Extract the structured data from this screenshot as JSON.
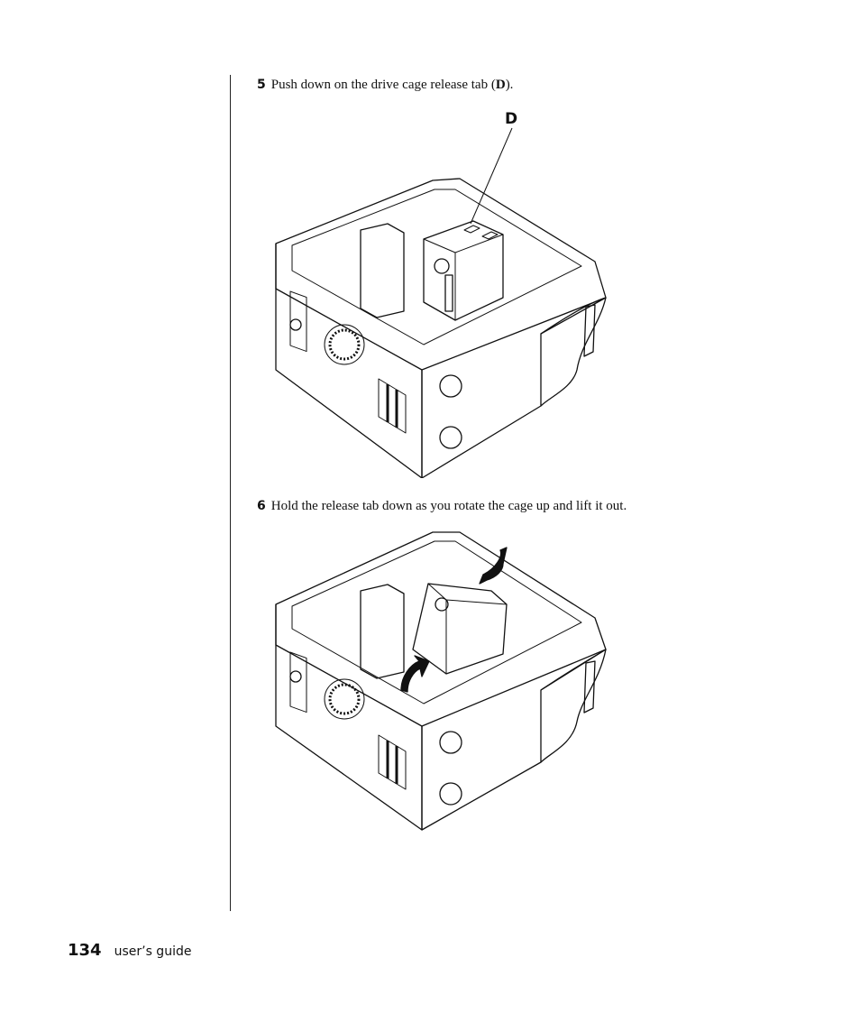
{
  "steps": [
    {
      "number": "5",
      "text_before": "Push down on the drive cage release tab (",
      "bold": "D",
      "text_after": ")."
    },
    {
      "number": "6",
      "text": "Hold the release tab down as you rotate the cage up and lift it out."
    }
  ],
  "figure1": {
    "callout": "D"
  },
  "footer": {
    "page_number": "134",
    "guide_label": "user’s guide"
  }
}
